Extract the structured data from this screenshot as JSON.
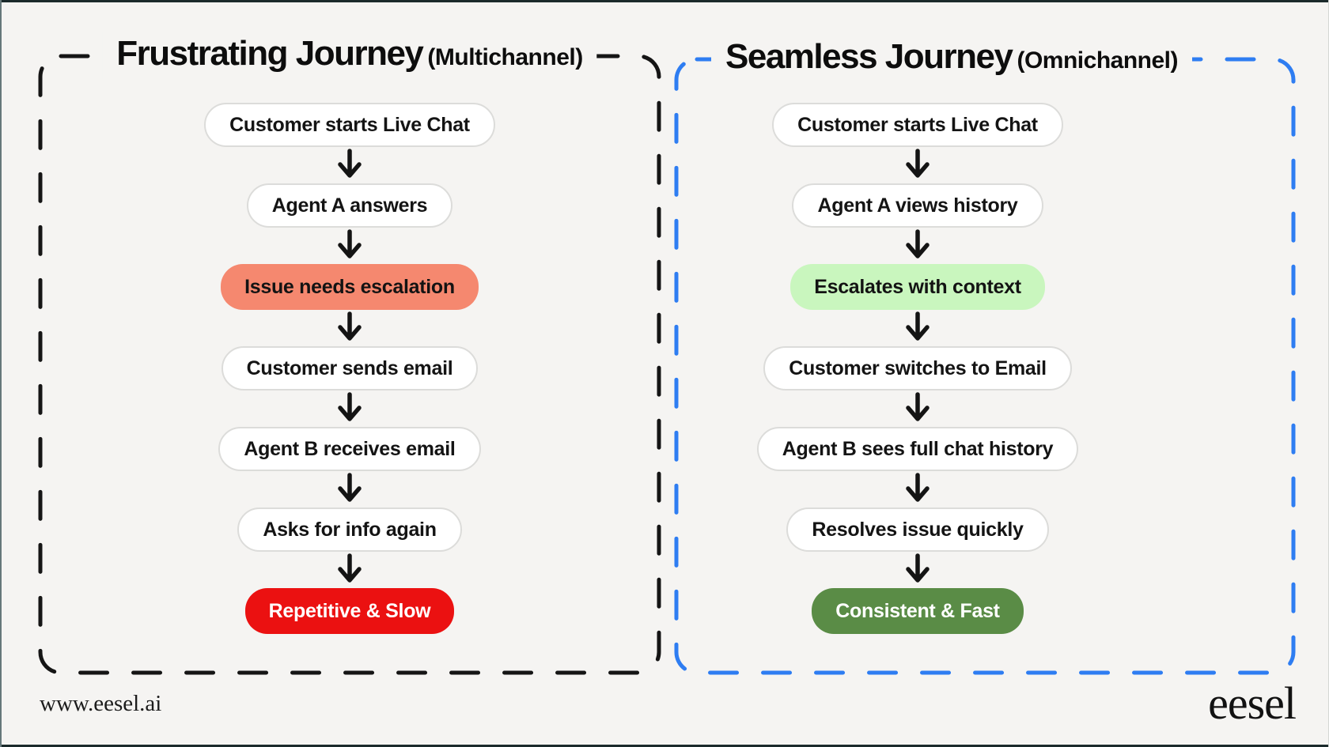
{
  "page": {
    "background": "#F5F4F2",
    "footer": {
      "url": "www.eesel.ai",
      "logo": "eesel"
    }
  },
  "arrow_color": "#141414",
  "panels": [
    {
      "id": "frustrating",
      "title": "Frustrating Journey",
      "subtitle": "(Multichannel)",
      "border_color": "#151515",
      "steps": [
        {
          "label": "Customer starts Live Chat"
        },
        {
          "label": "Agent A answers"
        },
        {
          "label": "Issue needs escalation",
          "bg": "#F5886F",
          "fg": "#131313"
        },
        {
          "label": "Customer sends email"
        },
        {
          "label": "Agent B receives email"
        },
        {
          "label": "Asks for info again"
        },
        {
          "label": "Repetitive & Slow",
          "bg": "#EB1111",
          "fg": "#FFFFFF"
        }
      ]
    },
    {
      "id": "seamless",
      "title": "Seamless Journey",
      "subtitle": "(Omnichannel)",
      "border_color": "#2E7DF2",
      "steps": [
        {
          "label": "Customer starts Live Chat"
        },
        {
          "label": "Agent A views history"
        },
        {
          "label": "Escalates with context",
          "bg": "#C9F6BE",
          "fg": "#131313"
        },
        {
          "label": "Customer switches to Email"
        },
        {
          "label": "Agent B sees full chat history"
        },
        {
          "label": "Resolves issue quickly"
        },
        {
          "label": "Consistent & Fast",
          "bg": "#5A8C46",
          "fg": "#FFFFFF"
        }
      ]
    }
  ]
}
